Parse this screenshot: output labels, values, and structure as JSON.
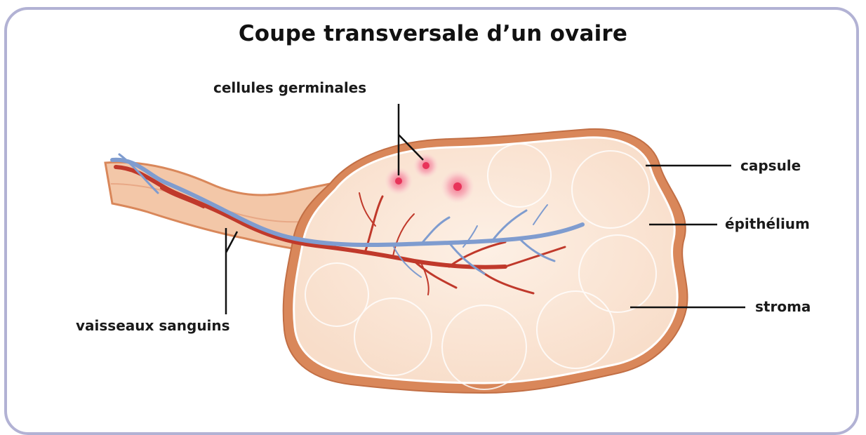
{
  "diagram": {
    "title": "Coupe transversale d’un ovaire",
    "labels": {
      "germinal": "cellules germinales",
      "capsule": "capsule",
      "epithelium": "épithélium",
      "stroma": "stroma",
      "vessels": "vaisseaux sanguins"
    },
    "colors": {
      "frame": "#b2b2d4",
      "capsule": "#d9875a",
      "stroma": "#fbe8da",
      "artery": "#c0392b",
      "vein": "#7f9ccf",
      "germinal_cell": "#e8345a"
    }
  }
}
